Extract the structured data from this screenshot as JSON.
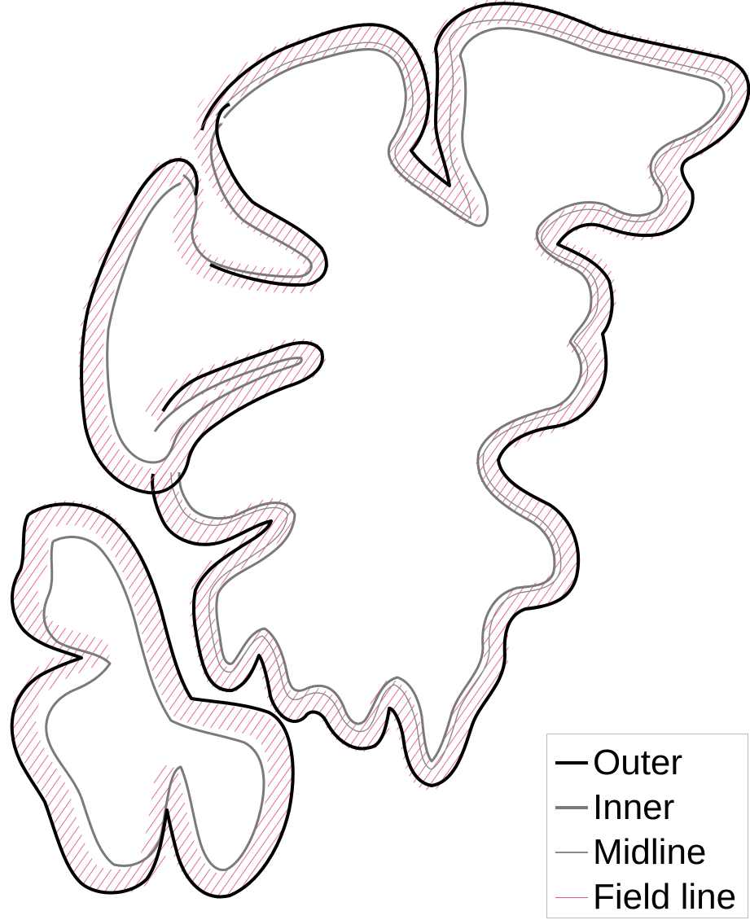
{
  "legend": {
    "items": [
      {
        "label": "Outer",
        "color": "#000000",
        "role": "outer"
      },
      {
        "label": "Inner",
        "color": "#7a7a7a",
        "role": "inner"
      },
      {
        "label": "Midline",
        "color": "#8a8a8a",
        "role": "midline"
      },
      {
        "label": "Field line",
        "color": "#e05a7a",
        "role": "field"
      }
    ]
  }
}
